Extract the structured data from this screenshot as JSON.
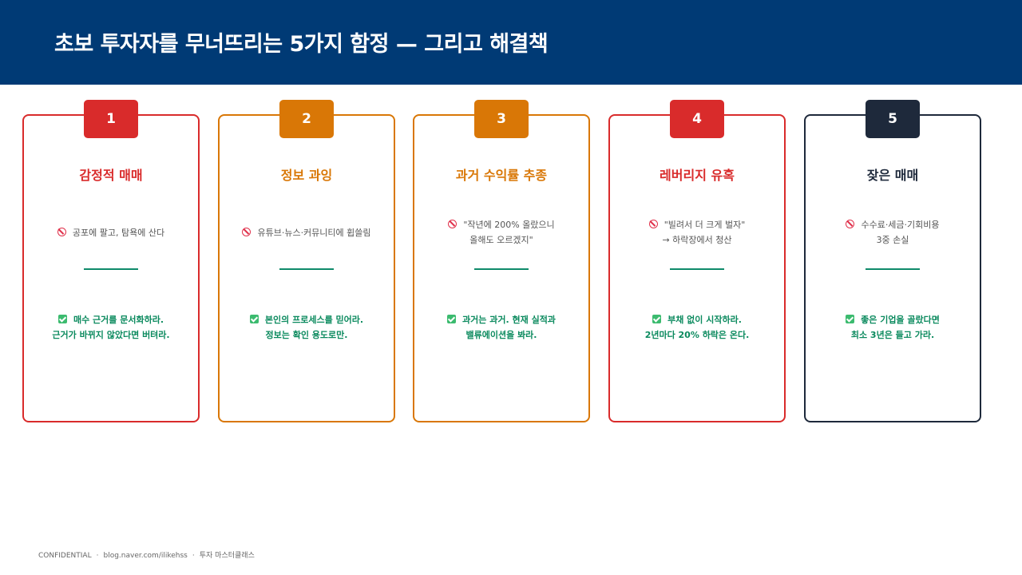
{
  "header": {
    "title": "초보 투자자를 무너뜨리는 5가지 함정 — 그리고 해결책",
    "background": "#003a75"
  },
  "cards": [
    {
      "number": "1",
      "title": "감정적 매매",
      "color": "#d92b2b",
      "problem": [
        "공포에 팔고, 탐욕에 산다"
      ],
      "solution": [
        "매수 근거를 문서화하라.",
        "근거가 바뀌지 않았다면 버텨라."
      ]
    },
    {
      "number": "2",
      "title": "정보 과잉",
      "color": "#d97706",
      "problem": [
        "유튜브·뉴스·커뮤니티에 휩쓸림"
      ],
      "solution": [
        "본인의 프로세스를 믿어라.",
        "정보는 확인 용도로만."
      ]
    },
    {
      "number": "3",
      "title": "과거 수익률 추종",
      "color": "#d97706",
      "problem": [
        "\"작년에 200% 올랐으니",
        "올해도 오르겠지\""
      ],
      "solution": [
        "과거는 과거. 현재 실적과",
        "밸류에이션을 봐라."
      ]
    },
    {
      "number": "4",
      "title": "레버리지 유혹",
      "color": "#d92b2b",
      "problem": [
        "\"빌려서 더 크게 벌자\"",
        "→ 하락장에서 청산"
      ],
      "solution": [
        "부채 없이 시작하라.",
        "2년마다 20% 하락은 온다."
      ]
    },
    {
      "number": "5",
      "title": "잦은 매매",
      "color": "#1e293b",
      "problem": [
        "수수료·세금·기회비용",
        "3중 손실"
      ],
      "solution": [
        "좋은 기업을 골랐다면",
        "최소 3년은 들고 가라."
      ]
    }
  ],
  "colors": {
    "problem_icon": "#e0314b",
    "solution_text": "#0b8a5e",
    "divider": "#0f8a6a"
  },
  "icons": {
    "problem": "ban-icon",
    "solution": "check-icon"
  },
  "footer": {
    "confidential": "CONFIDENTIAL",
    "url": "blog.naver.com/ilikehss",
    "brand": "투자 마스터클래스",
    "separator": "·"
  }
}
